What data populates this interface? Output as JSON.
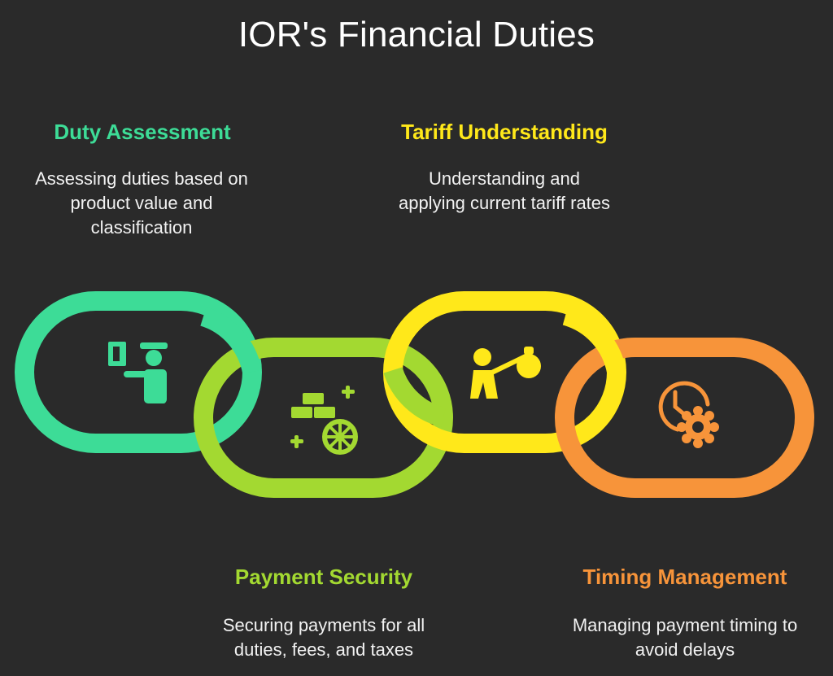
{
  "title": "IOR's Financial Duties",
  "colors": {
    "background": "#2a2a2a",
    "green": "#3ddc97",
    "lime": "#a3d931",
    "yellow": "#ffe81a",
    "orange": "#f7943a"
  },
  "items": [
    {
      "label": "Duty Assessment",
      "description": "Assessing duties based on product value and classification",
      "color": "#3ddc97",
      "icon": "customs-officer-icon"
    },
    {
      "label": "Payment Security",
      "description": "Securing payments for all duties, fees, and taxes",
      "color": "#a3d931",
      "icon": "gold-bars-coin-icon"
    },
    {
      "label": "Tariff Understanding",
      "description": "Understanding and applying current tariff rates",
      "color": "#ffe81a",
      "icon": "person-carrying-bag-icon"
    },
    {
      "label": "Timing Management",
      "description": "Managing payment timing to avoid delays",
      "color": "#f7943a",
      "icon": "clock-gear-icon"
    }
  ]
}
